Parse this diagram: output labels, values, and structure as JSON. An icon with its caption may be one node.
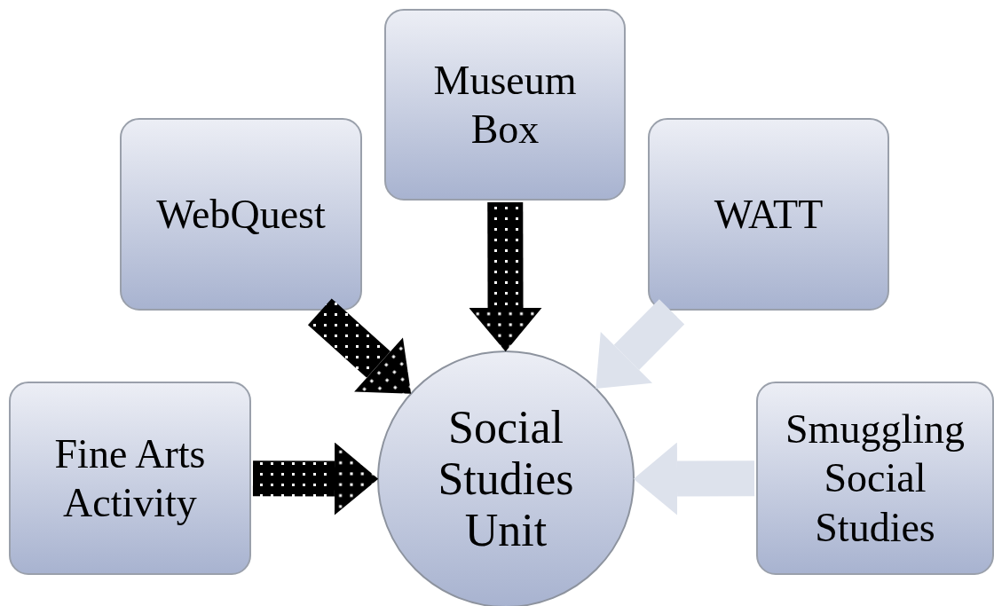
{
  "diagram": {
    "nodes": [
      {
        "text": [
          "Museum Box"
        ]
      },
      {
        "text": [
          "WebQuest"
        ]
      },
      {
        "text": [
          "WATT"
        ]
      },
      {
        "text": [
          "Fine Arts Activity"
        ]
      },
      {
        "text": [
          "Social Studies Unit"
        ]
      },
      {
        "text": [
          "Smuggling Social Studies"
        ]
      }
    ],
    "edges": [
      {
        "from": 0,
        "to": 4,
        "arrow": "to"
      },
      {
        "from": 1,
        "to": 4,
        "arrow": "to"
      },
      {
        "from": 2,
        "to": 4,
        "arrow": "to",
        "color": "#dde2ec"
      },
      {
        "from": 3,
        "to": 4,
        "arrow": "to"
      },
      {
        "from": 5,
        "to": 4,
        "arrow": "to",
        "color": "#dde2ec"
      }
    ]
  }
}
